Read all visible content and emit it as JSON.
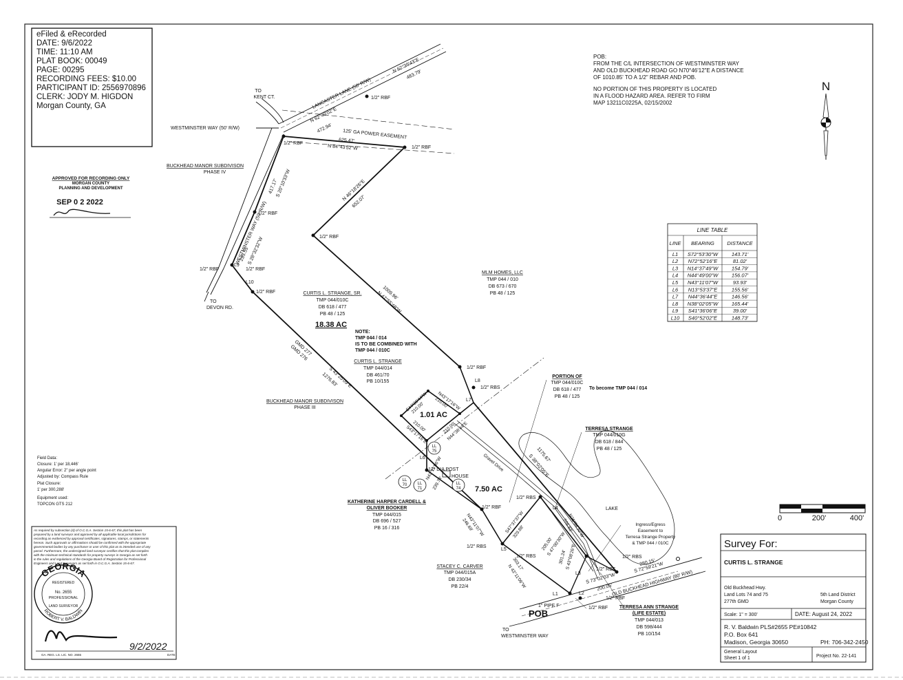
{
  "recording_stamp": {
    "lines": [
      "eFiled & eRecorded",
      "DATE: 9/6/2022",
      "TIME: 11:10 AM",
      "PLAT BOOK: 00049",
      "PAGE: 00295",
      "RECORDING FEES: $10.00",
      "PARTICIPANT ID: 2556970896",
      "CLERK: JODY M. HIGDON",
      "Morgan County, GA"
    ]
  },
  "approval_stamp": {
    "title": "APPROVED FOR RECORDING ONLY",
    "county": "MORGAN COUNTY",
    "dept": "PLANNING AND DEVELOPMENT",
    "date": "SEP 0 2 2022"
  },
  "pob_note": {
    "lines": [
      "POB:",
      "FROM THE C/L INTERSECTION OF WESTMINSTER WAY",
      "AND OLD BUCKHEAD ROAD GO N70°46'12\"E A DISTANCE",
      "OF 1010.85' TO A 1/2\" REBAR AND POB."
    ],
    "flood_lines": [
      "NO PORTION OF THIS PROPERTY IS LOCATED",
      "IN A FLOOD HAZARD AREA.  REFER TO FIRM",
      "MAP 13211C0225A, 02/15/2002"
    ]
  },
  "north_arrow": {
    "letter": "N"
  },
  "line_table": {
    "title": "LINE TABLE",
    "headers": [
      "LINE",
      "BEARING",
      "DISTANCE"
    ],
    "rows": [
      [
        "L1",
        "S72°53'30\"W",
        "143.71'"
      ],
      [
        "L2",
        "N72°52'16\"E",
        "81.02'"
      ],
      [
        "L3",
        "N14°37'49\"W",
        "154.79'"
      ],
      [
        "L4",
        "N44°49'00\"W",
        "156.07'"
      ],
      [
        "L5",
        "N43°11'07\"W",
        "93.93'"
      ],
      [
        "L6",
        "N13°53'37\"E",
        "155.56'"
      ],
      [
        "L7",
        "N44°36'44\"E",
        "146.56'"
      ],
      [
        "L8",
        "N38°02'05\"W",
        "165.44'"
      ],
      [
        "L9",
        "S41°36'06\"E",
        "39.00'"
      ],
      [
        "L10",
        "S40°52'02\"E",
        "148.73'"
      ]
    ]
  },
  "scale_bar": {
    "labels": [
      "0",
      "200'",
      "400'"
    ]
  },
  "field_data": {
    "lines": [
      "Field Data:",
      "Closure: 1' per 18,446'",
      "Angular Error: 2\" per angle point",
      "Adjusted by: Compass Rule",
      "",
      "Plat Closure:",
      "1' per 300,288'",
      "",
      "Equipment used:",
      "TOPCON GTS 212"
    ]
  },
  "cert_text": {
    "lines": [
      "As required by subsection (d) of O.C.G.A. Section 15-6-67, this plat has been",
      "prepared by a land surveyor and approved by all applicable local jurisdictions for",
      "recording as evidenced by approval certificates, signatures, stamps, or statements",
      "hereon. Such approvals or affirmations should be confirmed with the appropriate",
      "governmental bodies by any purchaser or user of this plat as to intended use of any",
      "parcel. Furthermore, the undersigned land surveyor certifies that this plat complies",
      "with the minimum technical standards for property surveys in Georgia as set forth",
      "in the rules and regulations of the Georgia Board of Registration for Professional",
      "Engineers and Land Surveyors as set forth in O.C.G.A. Section 15-6-67."
    ]
  },
  "seal": {
    "top": "GEORGIA",
    "registered": "REGISTERED",
    "number": "No. 2655",
    "professional": "PROFESSIONAL",
    "land_surveyor": "LAND SURVEYOR",
    "name": "ROBERT V. BALDWIN",
    "date_hand": "9/2/2022",
    "reg_line": "GA. REG. LS. LIC. NO. 2655",
    "date_label": "DATE"
  },
  "title_block": {
    "survey_for": "Survey For:",
    "client": "CURTIS L. STRANGE",
    "location_left": [
      "Old Buckhead Hwy.",
      "Land Lots 74 and 75",
      "277th GMD"
    ],
    "location_right": [
      "5th Land District",
      "Morgan County"
    ],
    "scale": "Scale: 1\" = 300'",
    "date": "DATE: August 24, 2022",
    "surveyor": "R. V. Baldwin  PLS#2655  PE#10842",
    "po_box": "P.O. Box 641",
    "city": "Madison, Georgia  30650",
    "phone": "PH:  706-342-2450",
    "layout": "General Layout",
    "sheet": "Sheet 1 of 1",
    "project": "Project No. 22-141"
  },
  "map_labels": {
    "lancaster": "LANCASTER LANE (50' R/W)",
    "lancaster_b1": "N 62°40'02\"E",
    "lancaster_d1": "472.94'",
    "lancaster_b2": "N 62°39'43\"E",
    "lancaster_d2": "483.79'",
    "to_kent": [
      "TO",
      "KENT CT."
    ],
    "westminster_top": "WESTMINSTER WAY (50' R/W)",
    "power_easement": "125' GA POWER EASEMENT",
    "top_dist": "625.47'",
    "top_bear": "N 84°43'52\"W",
    "n46_bear": "N 46°18'26\"E",
    "n46_dist": "652.07'",
    "s20_bear": "S 20°10'33\"W",
    "s20_dist": "417.17'",
    "wm_way_vert": "WESTMINSTER WAY (50' R/W)",
    "s28_bear": "S 28°32'32\"W",
    "s28_dist": "295.55'",
    "buckhead_iv": [
      "BUCKHEAD MANOR SUBDIVISON",
      "PHASE IV"
    ],
    "to_devon": [
      "TO",
      "DEVON RD."
    ],
    "rbf": "1/2\" RBF",
    "rbs": "1/2\" RBS",
    "curtis_sr": [
      "CURTIS L. STRANGE, SR.",
      "TMP 044/010C",
      "DB 618 / 477",
      "PB 48 / 125"
    ],
    "acre_1838": "18.38 AC",
    "note": [
      "NOTE:",
      "TMP 044 / 014",
      "IS TO BE COMBINED WITH",
      "TMP 044 / 010C"
    ],
    "mlm": [
      "MLM HOMES, LLC",
      "TMP 044 / 010",
      "DB 673 / 670",
      "PB 48 / 125"
    ],
    "n47_bear": "N 47°55'48\"W",
    "n47_dist": "1009.96'",
    "curtis": [
      "CURTIS L. STRANGE",
      "TMP 044/014",
      "DB 461/70",
      "PB 10/155"
    ],
    "acre_101": "1.01 AC",
    "portion": [
      "PORTION OF",
      "TMP 044/010C",
      "DB 618 / 477",
      "PB 48 / 125"
    ],
    "to_become": "To become TMP 044 / 014",
    "gmd277": "GMD 277",
    "gmd276": "GMD 276",
    "s43_bear": "S 43°25'09\"E",
    "s43_dist": "1276.83'",
    "buckhead_iii": [
      "BUCKHEAD MANOR SUBDIVISON",
      "PHASE III"
    ],
    "dia_post": "12\" DIA POST",
    "house": "HOUSE",
    "acre_750": "7.50 AC",
    "gravel": "Gravel Drive",
    "s38_bear": "S 38°02'05\"E",
    "s38_dist": "1175.67'",
    "terresa": [
      "TERRESA STRANGE",
      "TMP 044/010G",
      "DB 618 / 844",
      "PB 48 / 125"
    ],
    "lake": "LAKE",
    "katherine": [
      "KATHERINE HARPER CARDELL &",
      "OLIVER BOOKER",
      "TMP 044/015",
      "DB 696 / 527",
      "PB 16 / 316"
    ],
    "ingress": [
      "Ingress/Egress",
      "Easement to",
      "Terresa Strange Property",
      "& TMP 044 / 010C"
    ],
    "stacey": [
      "STACEY C. CARVER",
      "TMP 044/015A",
      "DB 230/34",
      "PB 22/4"
    ],
    "terresa_ann": [
      "TERRESA ANN STRANGE",
      "(LIFE ESTATE)",
      "TMP 044/013",
      "DB 598/444",
      "PB 10/154"
    ],
    "old_buckhead": "OLD BUCKHEAD HIGHWAY (80' R/W)",
    "pob": "POB",
    "pipe": "1\" PIPE F",
    "to_westminster": [
      "TO",
      "WESTMINSTER WAY"
    ],
    "s72_bear": "S 72°59'21\"W",
    "s72_dist": "280.15'",
    "s73_bear": "S 73°02'03\"W",
    "s73_dist": "200.05'",
    "l1": "L1",
    "l2": "L2",
    "l3": "L3",
    "l4": "L4",
    "l5": "L5",
    "l6": "L6",
    "l7": "L7",
    "l8": "L8",
    "l9": "L9",
    "l10": "L10",
    "ll70": [
      "LL",
      "70"
    ],
    "ll71": [
      "LL",
      "71"
    ],
    "ll74": [
      "LL",
      "74"
    ],
    "ll75": [
      "LL",
      "75"
    ],
    "d1_bear": "S44°36'44\"W",
    "d1_dist": "210.00'",
    "d2_bear": "N43°17'16\"W",
    "d2_dist": "210.00'",
    "d3_bear": "S43°17'16\"E",
    "d3_dist": "210.00'",
    "d4_bear": "N44°36'44\"E",
    "d4_dist": "210.00'",
    "n43a_bear": "N43°11'06\"W",
    "n43a_dist": "239.74'",
    "n43b_bear": "N43°11'07\"W",
    "n43b_dist": "246.69'",
    "n43c_bear": "N 43°11'06\"W",
    "n43c_dist": "303.17'",
    "s47_bear": "S47°37'37\"W",
    "s47_dist": "329.88'",
    "s47b_bear": "S 47°00'30\"W",
    "s47b_dist": "205.00'",
    "n26_bear": "N26°54'30\"W",
    "n26_dist": "208.83'",
    "s43b_bear": "S 43°08'26\"E",
    "s43b_dist": "301.24'"
  }
}
